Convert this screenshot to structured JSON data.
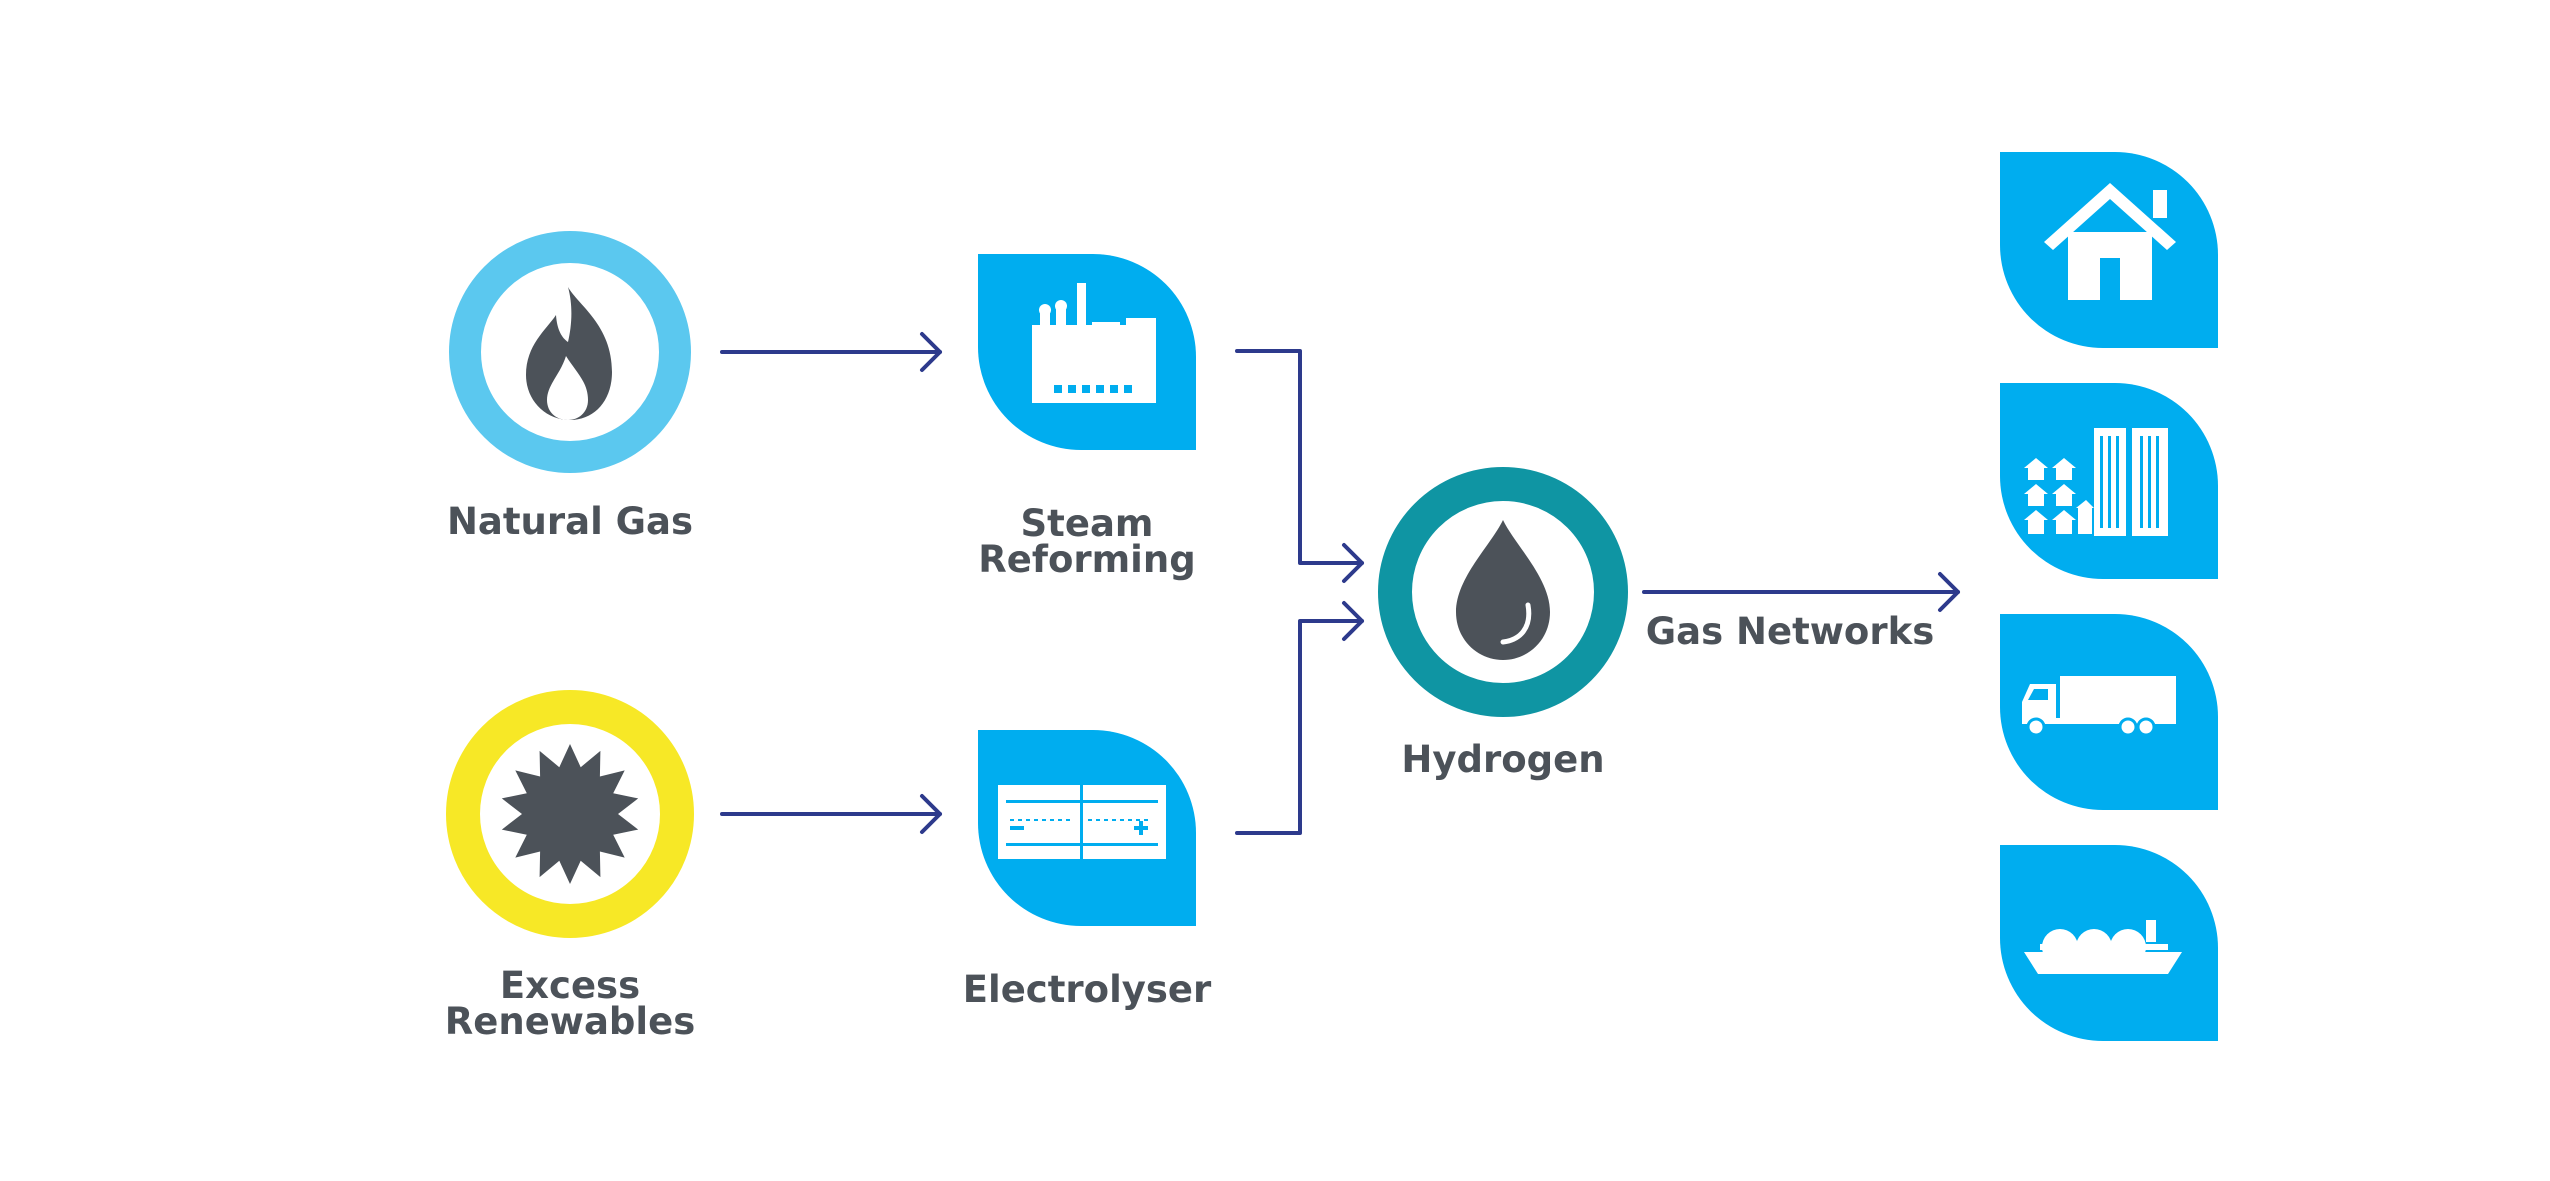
{
  "colors": {
    "arrow": "#2d3a8c",
    "icon_dark": "#4c5259",
    "tile_blue": "#00adef",
    "natural_gas_ring": "#5bc8ef",
    "renewables_ring": "#f7e826",
    "hydrogen_ring": "#0f95a3",
    "text": "#4c5259"
  },
  "nodes": {
    "natural_gas": {
      "label": "Natural Gas",
      "icon": "flame-icon"
    },
    "excess_renewables": {
      "label_line1": "Excess",
      "label_line2": "Renewables",
      "icon": "sun-icon"
    },
    "steam_reforming": {
      "label_line1": "Steam",
      "label_line2": "Reforming",
      "icon": "factory-icon"
    },
    "electrolyser": {
      "label": "Electrolyser",
      "icon": "electrolyser-icon"
    },
    "hydrogen": {
      "label": "Hydrogen",
      "icon": "water-drop-icon"
    },
    "gas_networks": {
      "label": "Gas Networks"
    }
  },
  "end_uses": [
    {
      "name": "home",
      "icon": "house-icon"
    },
    {
      "name": "city",
      "icon": "city-buildings-icon"
    },
    {
      "name": "transport",
      "icon": "truck-icon"
    },
    {
      "name": "shipping",
      "icon": "lng-ship-icon"
    }
  ],
  "edges": [
    {
      "from": "natural_gas",
      "to": "steam_reforming"
    },
    {
      "from": "excess_renewables",
      "to": "electrolyser"
    },
    {
      "from": "steam_reforming",
      "to": "hydrogen"
    },
    {
      "from": "electrolyser",
      "to": "hydrogen"
    },
    {
      "from": "hydrogen",
      "to": "gas_networks"
    }
  ]
}
